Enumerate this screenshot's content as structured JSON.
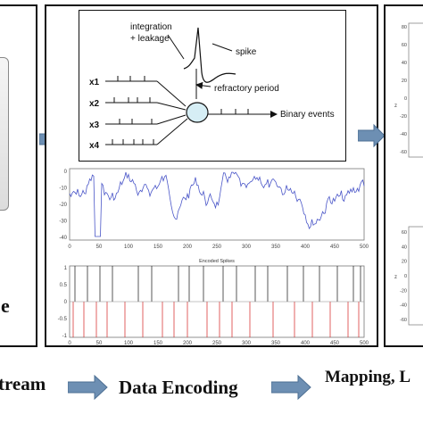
{
  "diagram": {
    "neuron": {
      "integration_label_1": "integration",
      "integration_label_2": "+ leakage",
      "spike_label": "spike",
      "refractory_label": "refractory period",
      "binary_label": "Binary events",
      "inputs": [
        "x1",
        "x2",
        "x3",
        "x4"
      ]
    },
    "signal_plot": {
      "y_ticks": [
        "0",
        "-10",
        "-20",
        "-30",
        "-40"
      ],
      "x_ticks": [
        "0",
        "50",
        "100",
        "150",
        "200",
        "250",
        "300",
        "350",
        "400",
        "450",
        "500"
      ]
    },
    "spike_plot": {
      "title": "Encoded Spikes",
      "y_ticks": [
        "1",
        "0.5",
        "0",
        "-0.5",
        "-1"
      ],
      "x_ticks": [
        "0",
        "50",
        "100",
        "150",
        "200",
        "250",
        "300",
        "350",
        "400",
        "450",
        "500"
      ]
    },
    "right_plots": {
      "top_y_ticks": [
        "80",
        "60",
        "40",
        "20",
        "0",
        "-20",
        "-40",
        "-60"
      ],
      "bottom_y_ticks": [
        "60",
        "40",
        "20",
        "0",
        "-20",
        "-40",
        "-60"
      ],
      "axis_label": "z"
    },
    "left_panel": {
      "partial_text": "e"
    },
    "bottom_labels": {
      "left": "tream",
      "middle": "Data Encoding",
      "right": "Mapping, L"
    },
    "colors": {
      "arrow": "#6d8fb3",
      "signal": "#4a56c8",
      "spike_black": "#111111",
      "spike_red": "#d42020"
    }
  }
}
